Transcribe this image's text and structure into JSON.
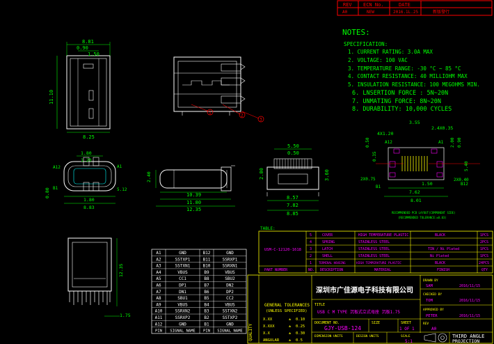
{
  "rev_block": {
    "headers": [
      "REV",
      "ECN No.",
      "DATE",
      ""
    ],
    "row": [
      "A0",
      "NEW",
      "2016.1L.25",
      "新版發行"
    ]
  },
  "notes": {
    "title": "NOTES:",
    "subtitle": "SPECIFICATION:",
    "items": [
      "1. CURRENT RATING: 3.0A MAX",
      "2. VOLTAGE: 100 VAC",
      "3. TEMPERATURE RANGE: -30 °C ~ 85 °C",
      "4. CONTACT RESISTANCE: 40 MILLIOHM MAX",
      "5. INSULATION RESISTANCE: 100 MEGOHMS MIN.",
      "6. LNSERTION FORCE : 5N~20N",
      "7. UNMATING FORCE: 8N~20N",
      "8. DURABILITY:   10,000 CYCLES"
    ]
  },
  "dims": {
    "top_view": [
      "8.81",
      "0.90",
      "1.50",
      "11.10",
      "8.25"
    ],
    "side_view": [
      "1",
      "2",
      "3"
    ],
    "front_view": [
      "1.80",
      "1.20",
      "A12",
      "A1",
      "B1",
      "0.80",
      "5.12",
      "1.80",
      "8.83"
    ],
    "long_view": [
      "2.40",
      "10.39",
      "11.80",
      "12.35"
    ],
    "end_view": [
      "5.50",
      "0.50",
      "2.00",
      "3.60",
      "8.57",
      "7.82",
      "8.85"
    ],
    "footprint": [
      "3.55",
      "2.4X0.35",
      "4X1.20",
      "A12",
      "A1",
      "0.50",
      "0.35",
      "2.00",
      "0.90",
      "5.40",
      "2X0.75",
      "2X0.40",
      "B1",
      "B12",
      "7.62",
      "1.50",
      "8.01"
    ],
    "footprint_note1": "RECOMMENDED PCB LAYOUT(COMPONENT SIDE)",
    "footprint_note2": "(RECOMMENDED TOLERANCE:±0.03)",
    "bottom_view": [
      "12.35",
      "1.75"
    ]
  },
  "bom": {
    "label": "TABLE:",
    "part_number": "USM-C-12120-1618",
    "rows": [
      [
        "5",
        "COVER",
        "HIGH TEMPERATURE PLASTIC",
        "BLACK",
        "1PCS"
      ],
      [
        "4",
        "SPRING",
        "STAINLESS STEEL",
        "",
        "2PCS"
      ],
      [
        "3",
        "LATCH",
        "STAINLESS STEEL",
        "TIN / Ni  Plated",
        "1PCS"
      ],
      [
        "2",
        "SHELL",
        "STAINLESS STEEL",
        "Ni  Plated",
        "1PCS"
      ],
      [
        "1",
        "TERMINAL HOUSING",
        "HIGH TEMPERATURE PLASTIC",
        "BLACK",
        "24PCS"
      ]
    ],
    "header": [
      "PART NUMBER",
      "NO.",
      "DESCRIPTION",
      "MATERIAL",
      "FINISH",
      "QTY"
    ]
  },
  "pins": {
    "rows": [
      [
        "A1",
        "GND",
        "B12",
        "GND"
      ],
      [
        "A2",
        "SSTXP1",
        "B11",
        "SSRXP1"
      ],
      [
        "A3",
        "SSTXN1",
        "B10",
        "SSRXN1"
      ],
      [
        "A4",
        "VBUS",
        "B9",
        "VBUS"
      ],
      [
        "A5",
        "CC1",
        "B8",
        "SBU2"
      ],
      [
        "A6",
        "DP1",
        "B7",
        "DN2"
      ],
      [
        "A7",
        "DN1",
        "B6",
        "DP2"
      ],
      [
        "A8",
        "SBU1",
        "B5",
        "CC2"
      ],
      [
        "A9",
        "VBUS",
        "B4",
        "VBUS"
      ],
      [
        "A10",
        "SSRXN2",
        "B3",
        "SSTXN2"
      ],
      [
        "A11",
        "SSRXP2",
        "B2",
        "SSTXP2"
      ],
      [
        "A12",
        "GND",
        "B1",
        "GND"
      ]
    ],
    "header": [
      "PIN",
      "SIGNAL NAME",
      "PIN",
      "SIGNAL NAME"
    ]
  },
  "title_block": {
    "company": "深圳市广佳源电子科技有限公司",
    "title_label": "TITLE",
    "title": "USB C M TYPE 沉板式立式母座  沉板1.75",
    "doc_label": "DOCUMENT NO.",
    "doc_no": "GJY-USB-124",
    "dim_label": "DIMENSION UNITS",
    "design_units": "DESIGN UNITS",
    "scale": "SCALE",
    "scale_val": "5:1",
    "drawn_label": "DRAWN BY",
    "drawn_by": "SAM",
    "drawn_date": "2016/11/15",
    "checked_label": "CHECKED BY",
    "checked_by": "TOM",
    "checked_date": "2016/11/15",
    "approved_label": "APPROVED BY",
    "approved_by": "PETER",
    "approved_date": "2016/11/15",
    "size_label": "SIZE",
    "sheet_label": "SHEET",
    "sheet": "1  OF  1",
    "rev_label": "REV",
    "rev": "A0",
    "third_angle": "THIRD ANGLE",
    "projection": "PROJECTION",
    "quality": "QUALITY",
    "tol_title": "GENERAL TOLERANCES",
    "tol_sub": "(UNLESS SPECIFIED)",
    "tol_rows": [
      [
        "X.XX",
        "±",
        "0.10"
      ],
      [
        "X.XXX",
        "±",
        "0.25"
      ],
      [
        "X.X",
        "±",
        "0.30"
      ],
      [
        "ANGULAR",
        "±",
        "0.5"
      ]
    ]
  },
  "colors": {
    "background": "#000000",
    "outline": "#ffffff",
    "dim": "#00ff00",
    "notes": "#00ff00",
    "red": "#ff0000",
    "table": "#ffff00",
    "magenta": "#ff00ff",
    "cyan": "#00ffff",
    "title_text": "#ffffff"
  }
}
